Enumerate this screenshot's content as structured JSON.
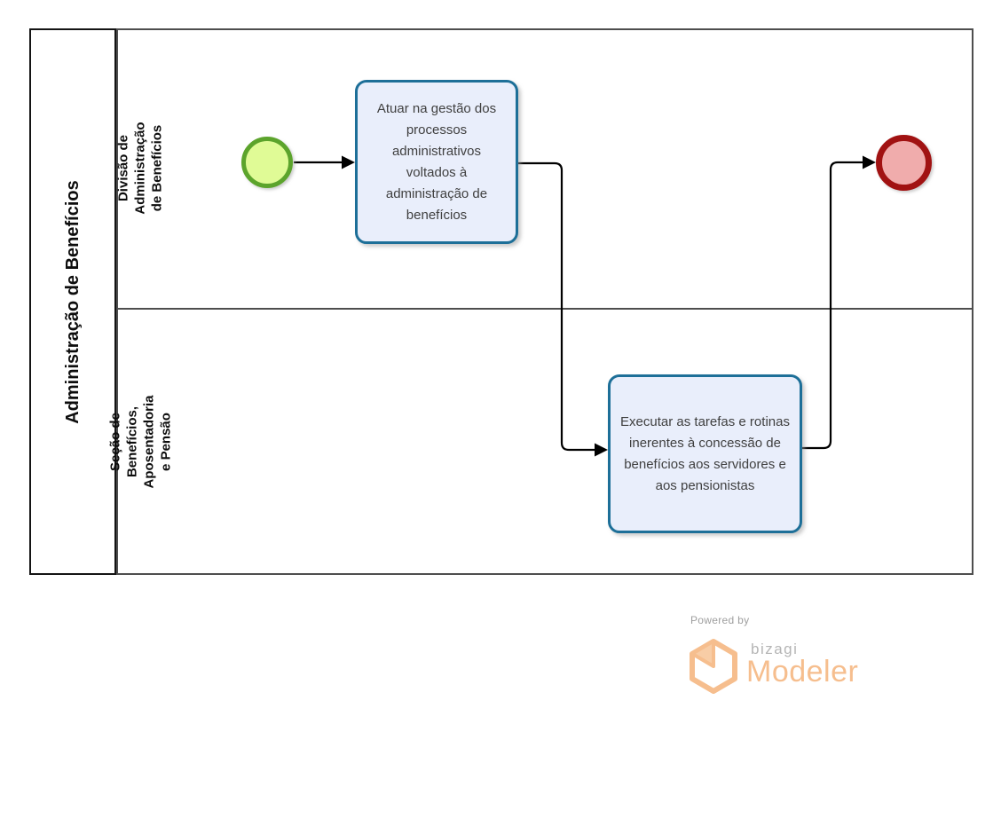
{
  "diagram": {
    "pool_title": "Administração de Benefícios",
    "lanes": [
      {
        "label": "Divisão de Administração de Benefícios"
      },
      {
        "label": "Seção de Benefícios, Aposentadoria e Pensão"
      }
    ],
    "tasks": [
      {
        "label": "Atuar na gestão dos processos administrativos voltados à administração de benefícios"
      },
      {
        "label": "Executar as tarefas e rotinas inerentes à concessão de benefícios aos servidores e aos pensionistas"
      }
    ],
    "events": [
      {
        "type": "start"
      },
      {
        "type": "end"
      }
    ]
  },
  "colors": {
    "pool_border": "#141414",
    "lane_border": "#4e4e4e",
    "task_border": "#1d6f98",
    "task_fill": "#e9eefb",
    "start_border": "#5ca42c",
    "start_fill": "#e0fb96",
    "end_border": "#a11212",
    "end_fill": "#f0acac",
    "connector": "#000000",
    "brand_color": "#f6be8e",
    "brand_text": "#9e9e9e"
  },
  "branding": {
    "powered_by": "Powered by",
    "brand": "bizagi",
    "product": "Modeler"
  }
}
